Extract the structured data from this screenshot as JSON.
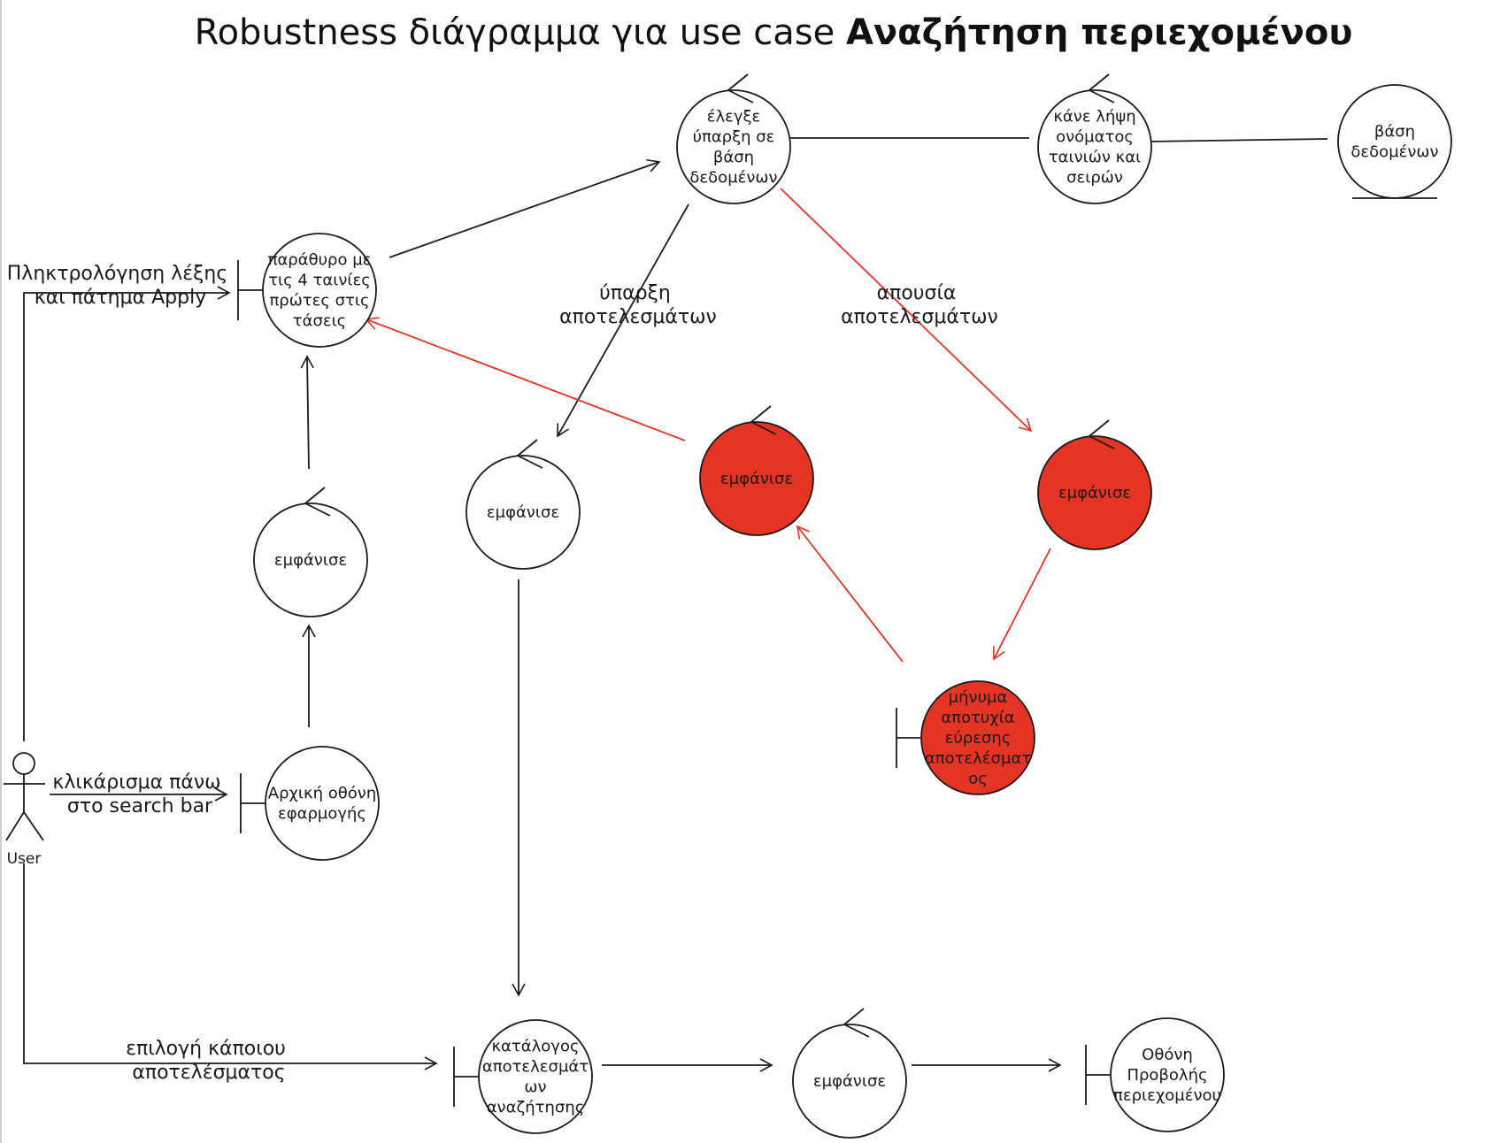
{
  "title": {
    "prefix": "Robustness διάγραμμα για use case ",
    "bold": "Αναζήτηση περιεχομένου"
  },
  "colors": {
    "stroke": "#1a1a1a",
    "alternate_path": "#e63323",
    "alternate_fill": "#e53424",
    "fill": "#ffffff"
  },
  "actor": {
    "label": "User"
  },
  "nodes": {
    "home_screen": {
      "type": "boundary",
      "lines": [
        "Αρχική οθόνη",
        "εφαρμογής"
      ]
    },
    "show_1": {
      "type": "control",
      "lines": [
        "εμφάνισε"
      ]
    },
    "trending_window": {
      "type": "boundary",
      "lines": [
        "παράθυρο με",
        "τις 4 ταινίες",
        "πρώτες στις",
        "τάσεις"
      ]
    },
    "check_db": {
      "type": "control",
      "lines": [
        "έλεγξε",
        "ύπαρξη σε",
        "βάση",
        "δεδομένων"
      ]
    },
    "fetch_names": {
      "type": "control",
      "lines": [
        "κάνε λήψη",
        "ονόματος",
        "ταινιών και",
        "σειρών"
      ]
    },
    "database": {
      "type": "entity",
      "lines": [
        "βάση",
        "δεδομένων"
      ]
    },
    "show_results": {
      "type": "control",
      "lines": [
        "εμφάνισε"
      ]
    },
    "show_red_left": {
      "type": "control",
      "lines": [
        "εμφάνισε"
      ],
      "alt": true
    },
    "show_red_right": {
      "type": "control",
      "lines": [
        "εμφάνισε"
      ],
      "alt": true
    },
    "failure_message": {
      "type": "boundary",
      "lines": [
        "μήνυμα",
        "αποτυχία",
        "εύρεσης",
        "αποτελέσματ",
        "ος"
      ],
      "alt": true
    },
    "results_list": {
      "type": "boundary",
      "lines": [
        "κατάλογος",
        "αποτελεσμάτ",
        "ων",
        "αναζήτησης"
      ]
    },
    "show_content": {
      "type": "control",
      "lines": [
        "εμφάνισε"
      ]
    },
    "content_screen": {
      "type": "boundary",
      "lines": [
        "Οθόνη",
        "Προβολής",
        "περιεχομένου"
      ]
    }
  },
  "edge_labels": {
    "type_and_apply": [
      "Πληκτρολόγηση λέξης",
      "και πάτημα Apply"
    ],
    "click_search": [
      "κλικάρισμα πάνω",
      "στο search bar"
    ],
    "select_result": [
      "επιλογή κάποιου",
      "αποτελέσματος"
    ],
    "results_exist": [
      "ύπαρξη",
      "αποτελεσμάτων"
    ],
    "no_results": [
      "απουσία",
      "αποτελεσμάτων"
    ]
  }
}
